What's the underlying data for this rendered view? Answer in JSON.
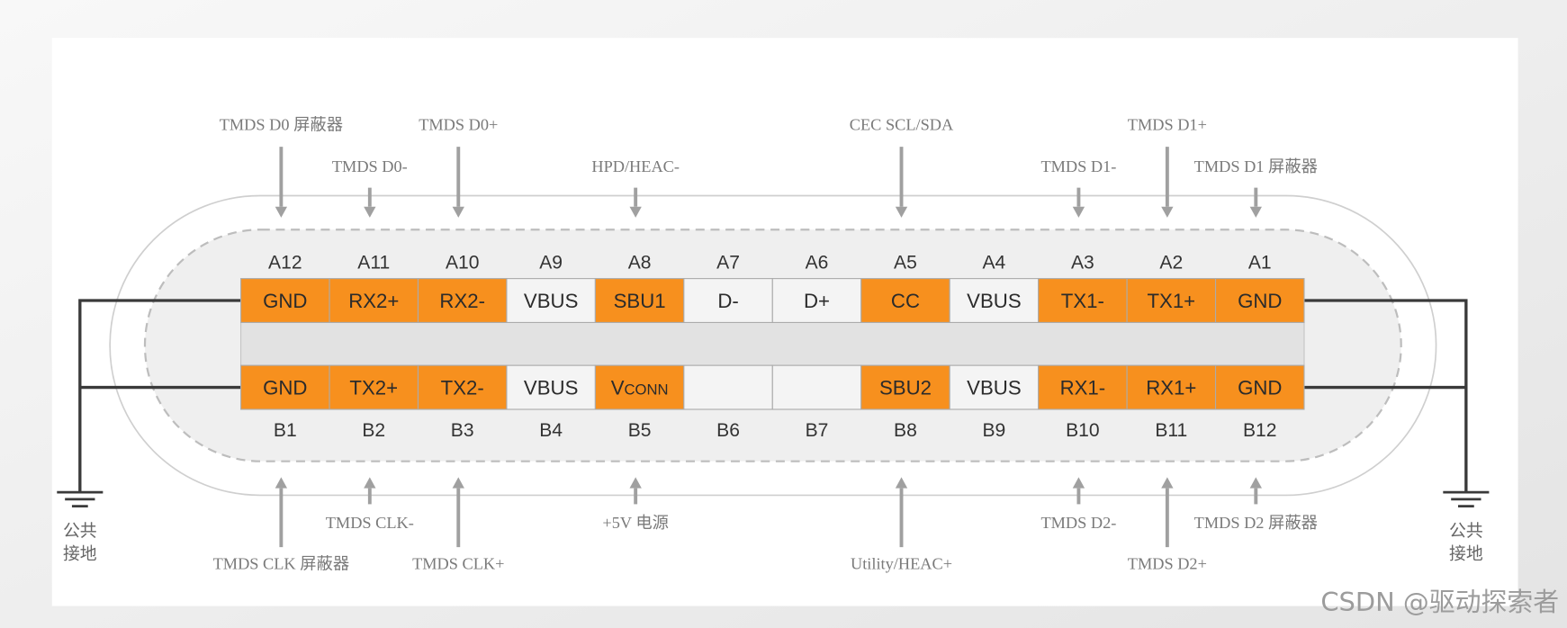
{
  "diagram": {
    "top_row": [
      {
        "pin": "A12",
        "signal": "GND",
        "highlight": true,
        "annotation": "TMDS D0 屏蔽器"
      },
      {
        "pin": "A11",
        "signal": "RX2+",
        "highlight": true,
        "annotation": "TMDS D0-"
      },
      {
        "pin": "A10",
        "signal": "RX2-",
        "highlight": true,
        "annotation": "TMDS D0+"
      },
      {
        "pin": "A9",
        "signal": "VBUS",
        "highlight": false
      },
      {
        "pin": "A8",
        "signal": "SBU1",
        "highlight": true,
        "annotation": "HPD/HEAC-"
      },
      {
        "pin": "A7",
        "signal": "D-",
        "highlight": false
      },
      {
        "pin": "A6",
        "signal": "D+",
        "highlight": false
      },
      {
        "pin": "A5",
        "signal": "CC",
        "highlight": true,
        "annotation": "CEC SCL/SDA"
      },
      {
        "pin": "A4",
        "signal": "VBUS",
        "highlight": false
      },
      {
        "pin": "A3",
        "signal": "TX1-",
        "highlight": true,
        "annotation": "TMDS D1-"
      },
      {
        "pin": "A2",
        "signal": "TX1+",
        "highlight": true,
        "annotation": "TMDS D1+"
      },
      {
        "pin": "A1",
        "signal": "GND",
        "highlight": true,
        "annotation": "TMDS D1 屏蔽器"
      }
    ],
    "bottom_row": [
      {
        "pin": "B1",
        "signal": "GND",
        "highlight": true,
        "annotation": "TMDS CLK 屏蔽器"
      },
      {
        "pin": "B2",
        "signal": "TX2+",
        "highlight": true,
        "annotation": "TMDS CLK-"
      },
      {
        "pin": "B3",
        "signal": "TX2-",
        "highlight": true,
        "annotation": "TMDS CLK+"
      },
      {
        "pin": "B4",
        "signal": "VBUS",
        "highlight": false
      },
      {
        "pin": "B5",
        "signal": "VCONN",
        "highlight": true,
        "annotation": "+5V 电源"
      },
      {
        "pin": "B6",
        "signal": "",
        "highlight": false
      },
      {
        "pin": "B7",
        "signal": "",
        "highlight": false
      },
      {
        "pin": "B8",
        "signal": "SBU2",
        "highlight": true,
        "annotation": "Utility/HEAC+"
      },
      {
        "pin": "B9",
        "signal": "VBUS",
        "highlight": false
      },
      {
        "pin": "B10",
        "signal": "RX1-",
        "highlight": true,
        "annotation": "TMDS D2-"
      },
      {
        "pin": "B11",
        "signal": "RX1+",
        "highlight": true,
        "annotation": "TMDS D2+"
      },
      {
        "pin": "B12",
        "signal": "GND",
        "highlight": true,
        "annotation": "TMDS D2 屏蔽器"
      }
    ],
    "ground_left": [
      "公共",
      "接地"
    ],
    "ground_right": [
      "公共",
      "接地"
    ]
  },
  "watermark": "CSDN @驱动探索者",
  "colors": {
    "highlight": "#F7901E",
    "plain": "#F4F4F4",
    "band": "#E2E2E2",
    "tongue": "#EFEFEF",
    "annotation": "#7A7A7A",
    "arrow": "#A0A0A0"
  }
}
